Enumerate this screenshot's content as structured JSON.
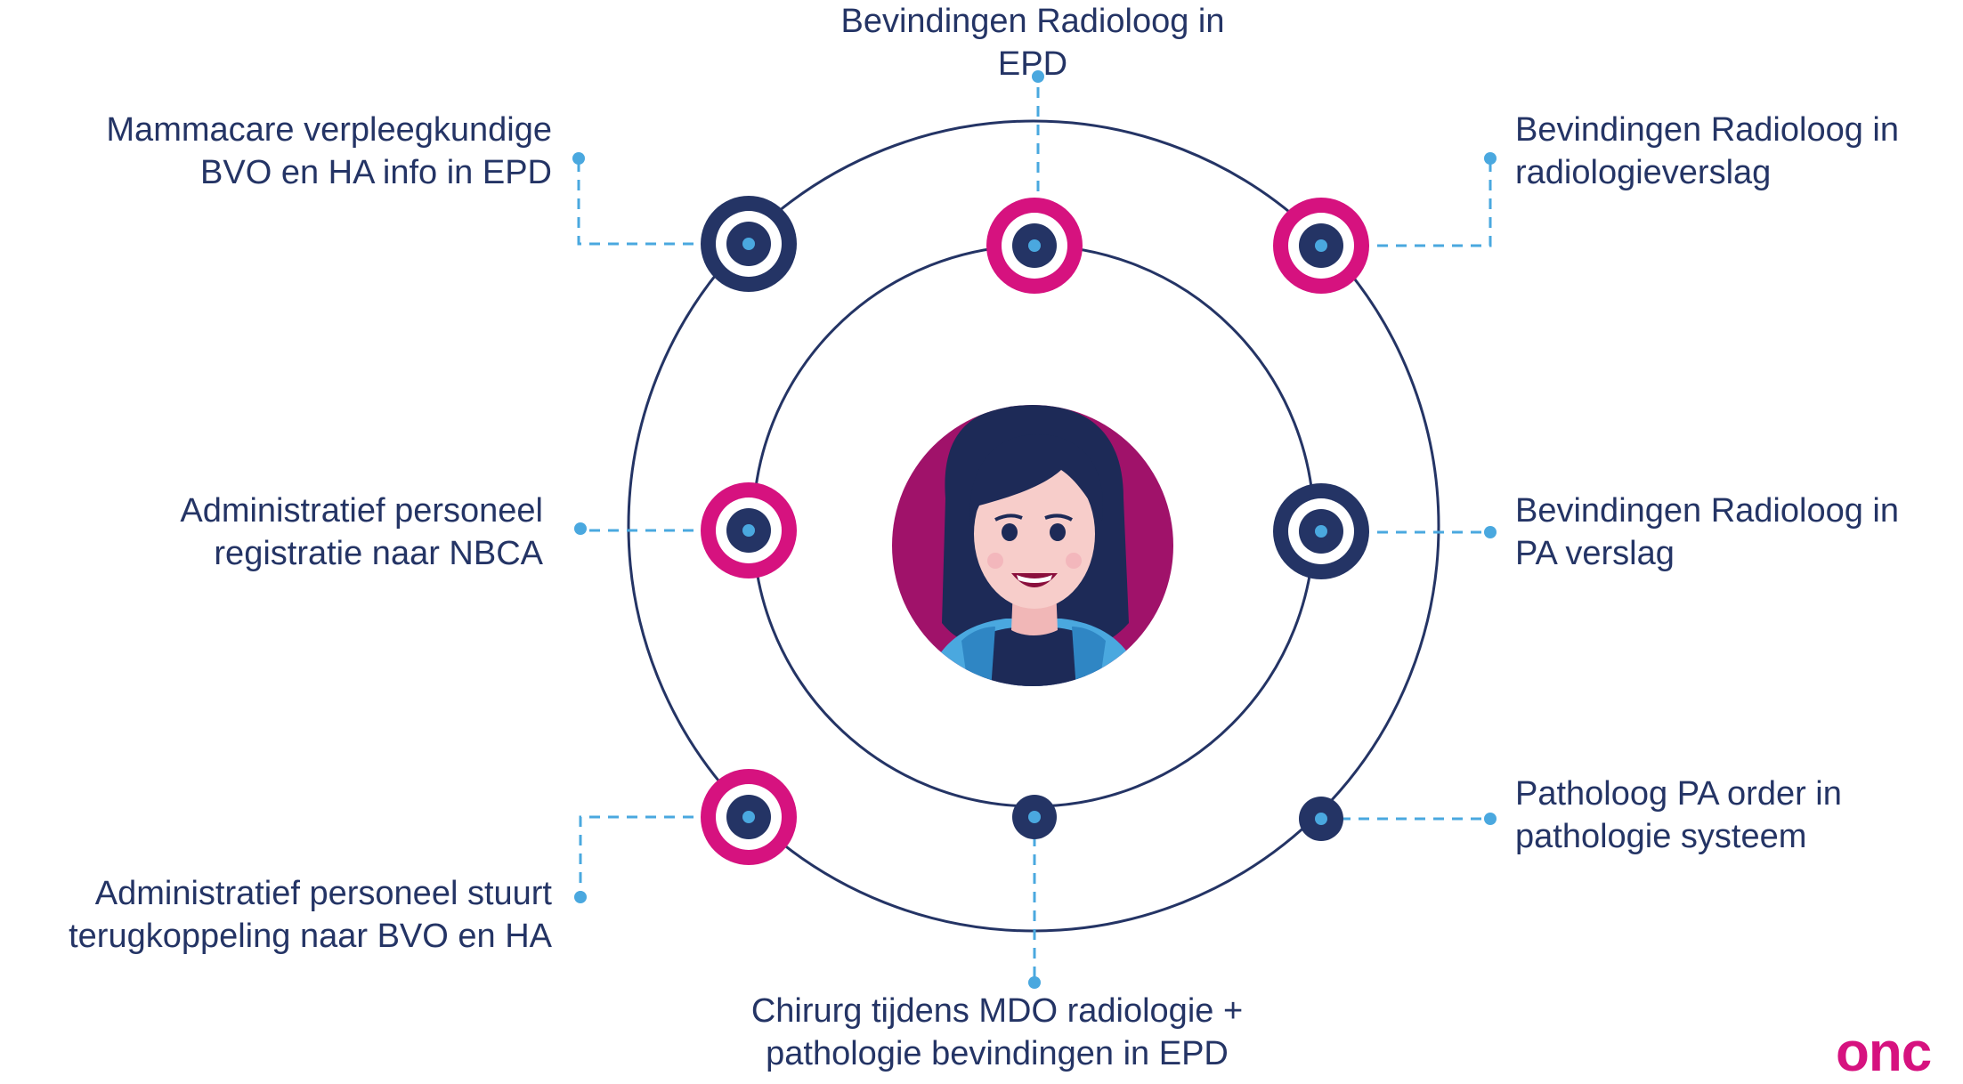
{
  "labels": {
    "top": "Bevindingen Radioloog in\nEPD",
    "top_left": "Mammacare verpleegkundige\nBVO en HA info in EPD",
    "top_right": "Bevindingen Radioloog in\nradiologieverslag",
    "mid_left": "Administratief personeel\nregistratie naar NBCA",
    "mid_right": "Bevindingen Radioloog in\nPA verslag",
    "bottom_left": "Administratief personeel stuurt\nterugkoppeling naar BVO en HA",
    "bottom_right": "Patholoog PA order in\npathologie systeem",
    "bottom": "Chirurg tijdens MDO radiologie +\npathologie bevindingen in EPD"
  },
  "logo_text": "onc",
  "colors": {
    "navy": "#243465",
    "magenta": "#d6127f",
    "connector": "#4aa8df",
    "avatar_bg": "#a0126a"
  },
  "icons": {
    "center": "woman-avatar-icon",
    "node": "target-icon"
  }
}
